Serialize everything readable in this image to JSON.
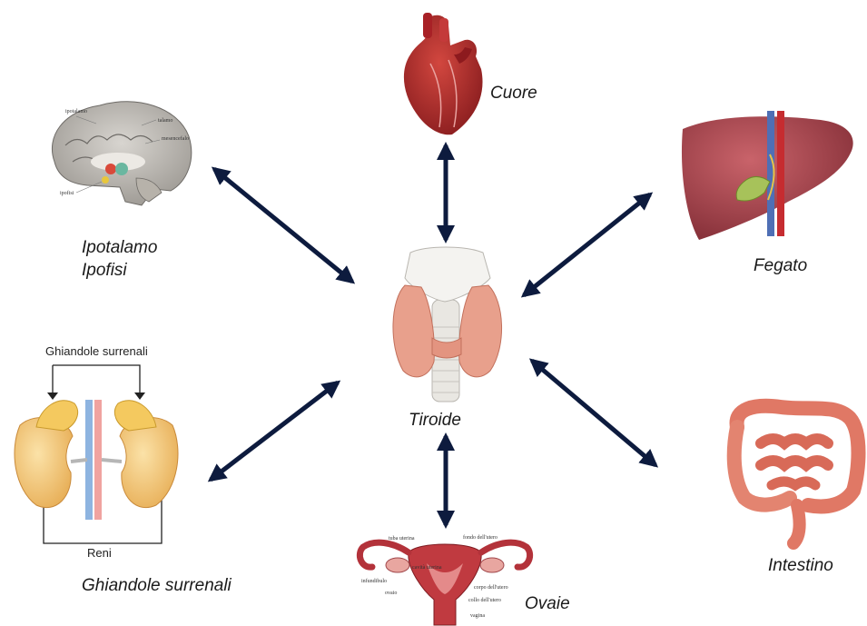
{
  "center": {
    "label": "Tiroide"
  },
  "organs": {
    "heart": {
      "label": "Cuore"
    },
    "brain": {
      "label_line1": "Ipotalamo",
      "label_line2": "Ipofisi",
      "annotations": [
        "ipotalamo",
        "talamo",
        "mesencefalo",
        "ipofisi"
      ]
    },
    "liver": {
      "label": "Fegato"
    },
    "adrenal": {
      "label": "Ghiandole surrenali",
      "top_caption": "Ghiandole surrenali",
      "bottom_caption": "Reni"
    },
    "intestine": {
      "label": "Intestino"
    },
    "ovaries": {
      "label": "Ovaie",
      "annotations": [
        "tuba uterina",
        "fondo dell'utero",
        "cavità uterina",
        "infundibulo",
        "ovaio",
        "corpo dell'utero",
        "collo dell'utero",
        "vagina"
      ]
    }
  },
  "colors": {
    "arrow": "#0d1b3e",
    "heart": "#b3262b",
    "liver": "#a8444c",
    "thyroid": "#e8a08c",
    "adrenal": "#f2c36a",
    "intestine": "#e07865"
  }
}
